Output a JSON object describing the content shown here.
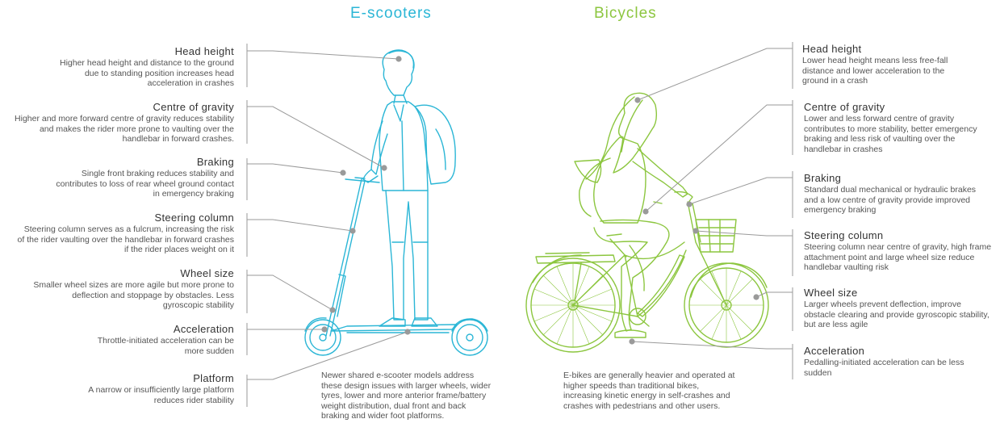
{
  "titles": {
    "scooter": "E-scooters",
    "bike": "Bicycles"
  },
  "scooter_factors": [
    {
      "heading": "Head height",
      "text": "Higher head height and distance to the ground due to standing position increases head acceleration in crashes"
    },
    {
      "heading": "Centre of gravity",
      "text": "Higher and more forward centre of gravity reduces stability and makes the rider more prone to vaulting over the handlebar in forward crashes."
    },
    {
      "heading": "Braking",
      "text": "Single front braking reduces stability and contributes to loss of rear wheel ground contact in emergency braking"
    },
    {
      "heading": "Steering column",
      "text": "Steering column serves as a fulcrum, increasing the risk of the rider vaulting over the handlebar in forward crashes if the rider places weight on it"
    },
    {
      "heading": "Wheel size",
      "text": "Smaller wheel sizes are more agile but more prone to deflection and stoppage by obstacles. Less gyroscopic stability"
    },
    {
      "heading": "Acceleration",
      "text": "Throttle-initiated acceleration can be more sudden"
    },
    {
      "heading": "Platform",
      "text": "A narrow or insufficiently large platform reduces rider stability"
    }
  ],
  "bike_factors": [
    {
      "heading": "Head height",
      "text": "Lower head height means less free-fall distance and lower acceleration to the ground in a crash"
    },
    {
      "heading": "Centre of gravity",
      "text": "Lower and less forward centre of gravity contributes to more stability, better emergency braking and less risk of vaulting over the handlebar in crashes"
    },
    {
      "heading": "Braking",
      "text": "Standard dual mechanical or hydraulic brakes and a low centre of gravity provide improved emergency braking"
    },
    {
      "heading": "Steering column",
      "text": "Steering column near centre of gravity, high frame attachment point and large wheel size reduce handlebar vaulting risk"
    },
    {
      "heading": "Wheel size",
      "text": "Larger wheels prevent deflection, improve obstacle clearing and provide gyroscopic stability, but are less agile"
    },
    {
      "heading": "Acceleration",
      "text": "Pedalling-initiated acceleration can be less sudden"
    }
  ],
  "notes": {
    "scooter": "Newer shared e-scooter models address these design issues with larger wheels, wider tyres, lower and more anterior frame/battery weight distribution, dual front and back braking and wider foot platforms.",
    "bike": "E-bikes are generally heavier and operated at higher speeds than traditional bikes, increasing kinetic energy in self-crashes and crashes with pedestrians and other users."
  },
  "colors": {
    "scooter": "#2bb6d6",
    "bike": "#8cc63f",
    "leader": "#9a9a9a",
    "dot": "#9a9a9a"
  }
}
